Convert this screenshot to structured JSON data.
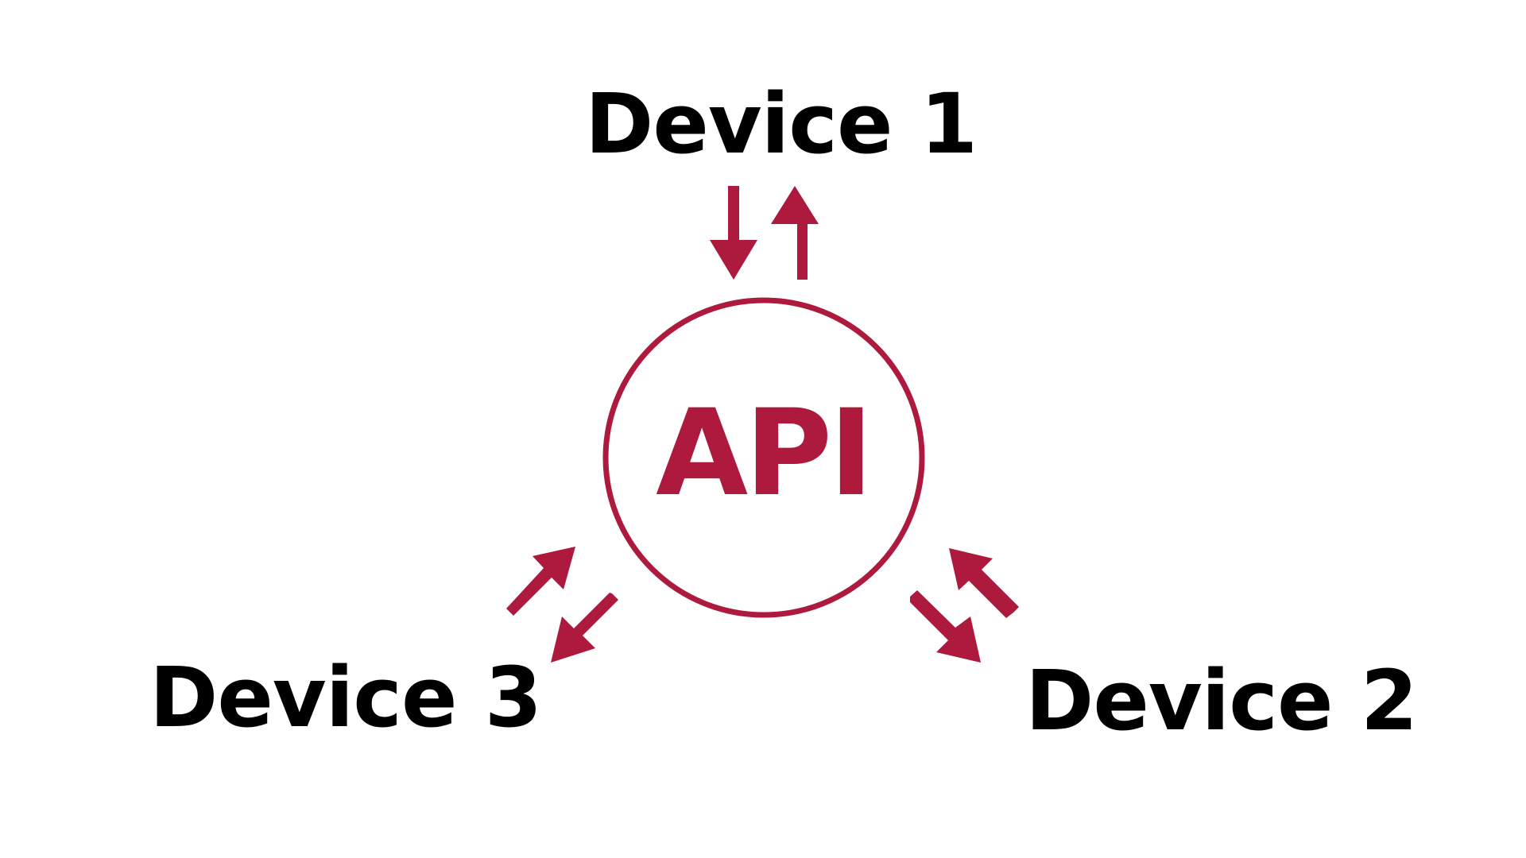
{
  "diagram": {
    "hub": {
      "label": "API",
      "color": "#ad1a3e"
    },
    "arrow_color": "#ad1a3e",
    "devices": [
      {
        "label": "Device 1"
      },
      {
        "label": "Device 2"
      },
      {
        "label": "Device 3"
      }
    ]
  }
}
